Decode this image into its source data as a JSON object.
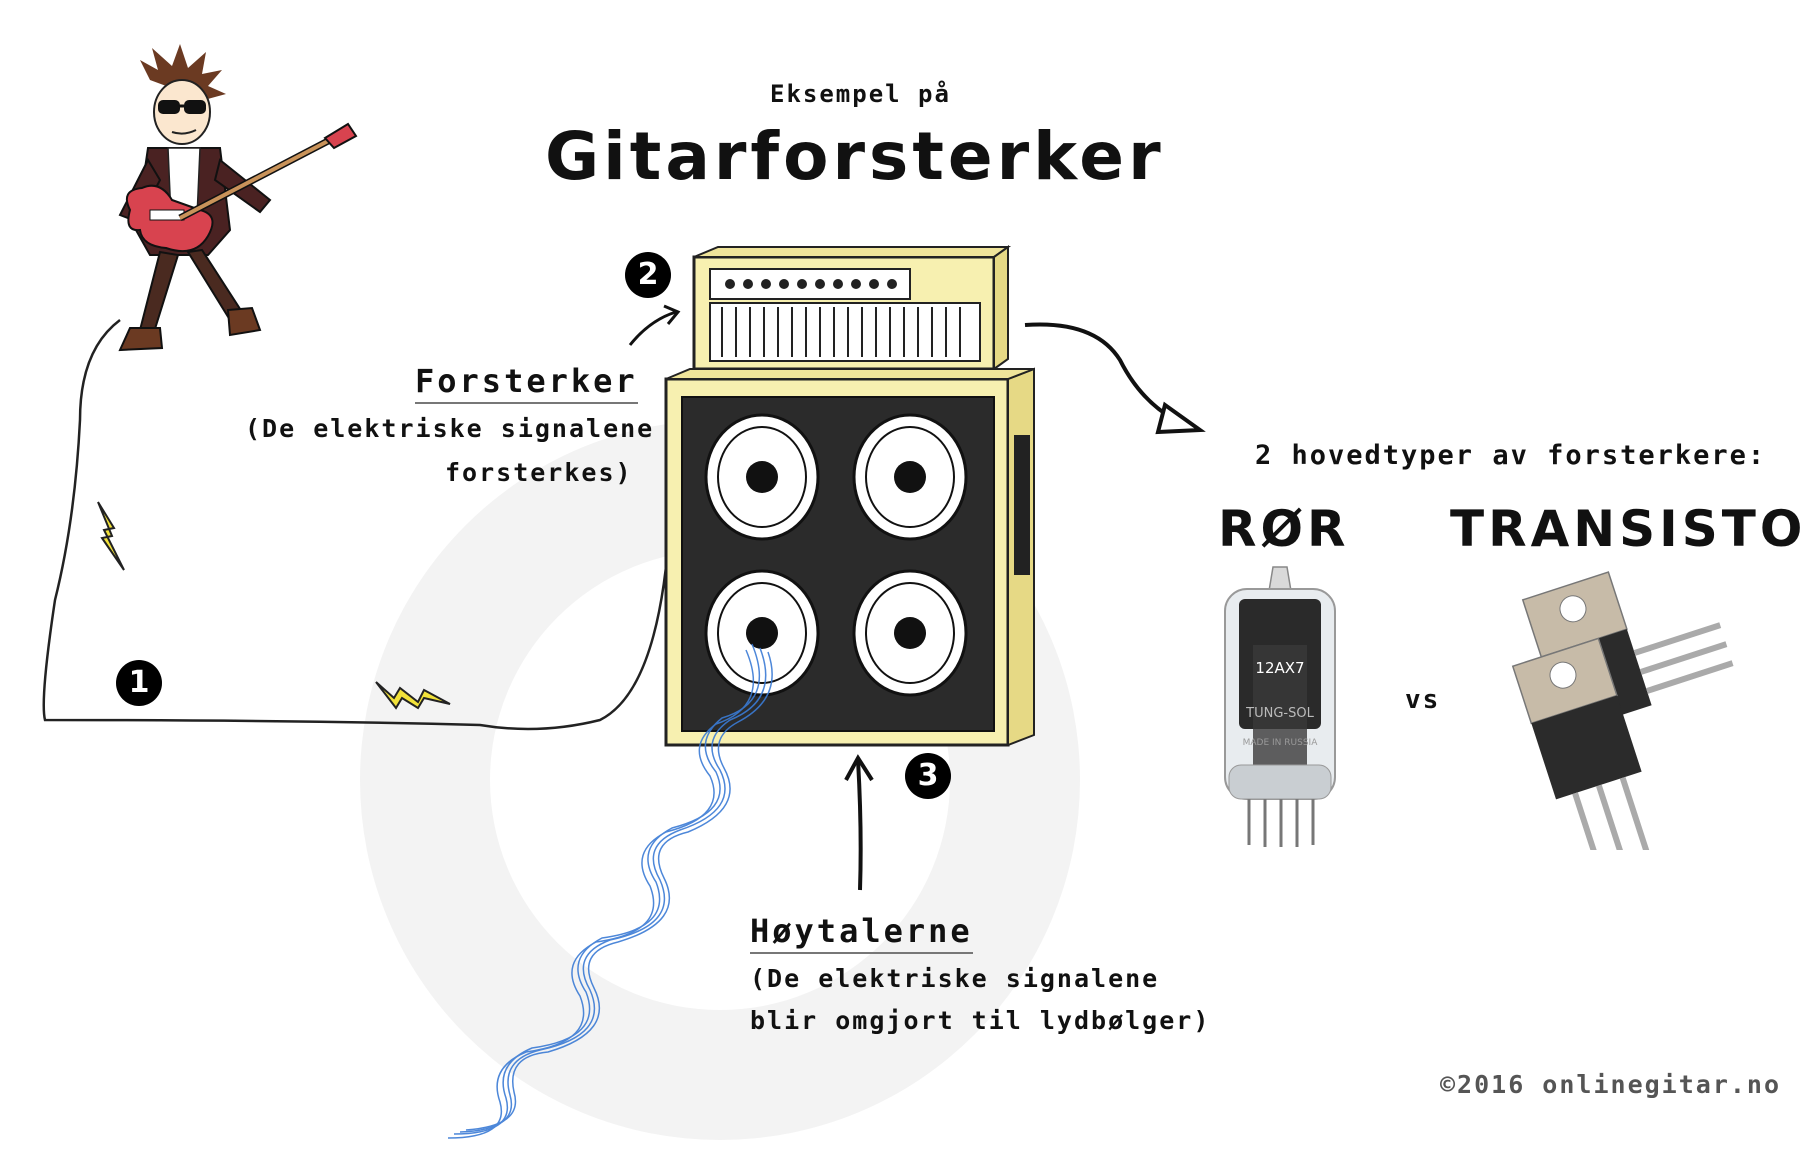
{
  "header": {
    "subtitle": "Eksempel på",
    "title": "Gitarforsterker"
  },
  "steps": [
    {
      "number": "1"
    },
    {
      "number": "2",
      "title": "Forsterker",
      "desc_lines": [
        "(De elektriske signalene",
        "forsterkes)"
      ]
    },
    {
      "number": "3",
      "title": "Høytalerne",
      "desc_lines": [
        "(De elektriske signalene",
        "blir omgjort til lydbølger)"
      ]
    }
  ],
  "types": {
    "heading": "2 hovedtyper av forsterkere:",
    "tube": {
      "name": "RØR",
      "markings": [
        "12AX7",
        "TUNG-SOL",
        "MADE IN RUSSIA"
      ]
    },
    "vs": "vs",
    "transistor": {
      "name": "TRANSISTOR"
    }
  },
  "copyright": "©2016 onlinegitar.no",
  "colors": {
    "amp_cabinet": "#f7f0b0",
    "speaker_panel": "#2b2b2b",
    "sound_wave": "#3a7bd5",
    "lightning": "#f2e23a",
    "guitar": "#d8434f",
    "background_circle": "#f2f2f2"
  },
  "icons": [
    "guitarist-illustration",
    "amplifier-head",
    "speaker-cabinet",
    "lightning-icon",
    "sound-wave",
    "vacuum-tube",
    "transistor",
    "arrow-icon"
  ]
}
